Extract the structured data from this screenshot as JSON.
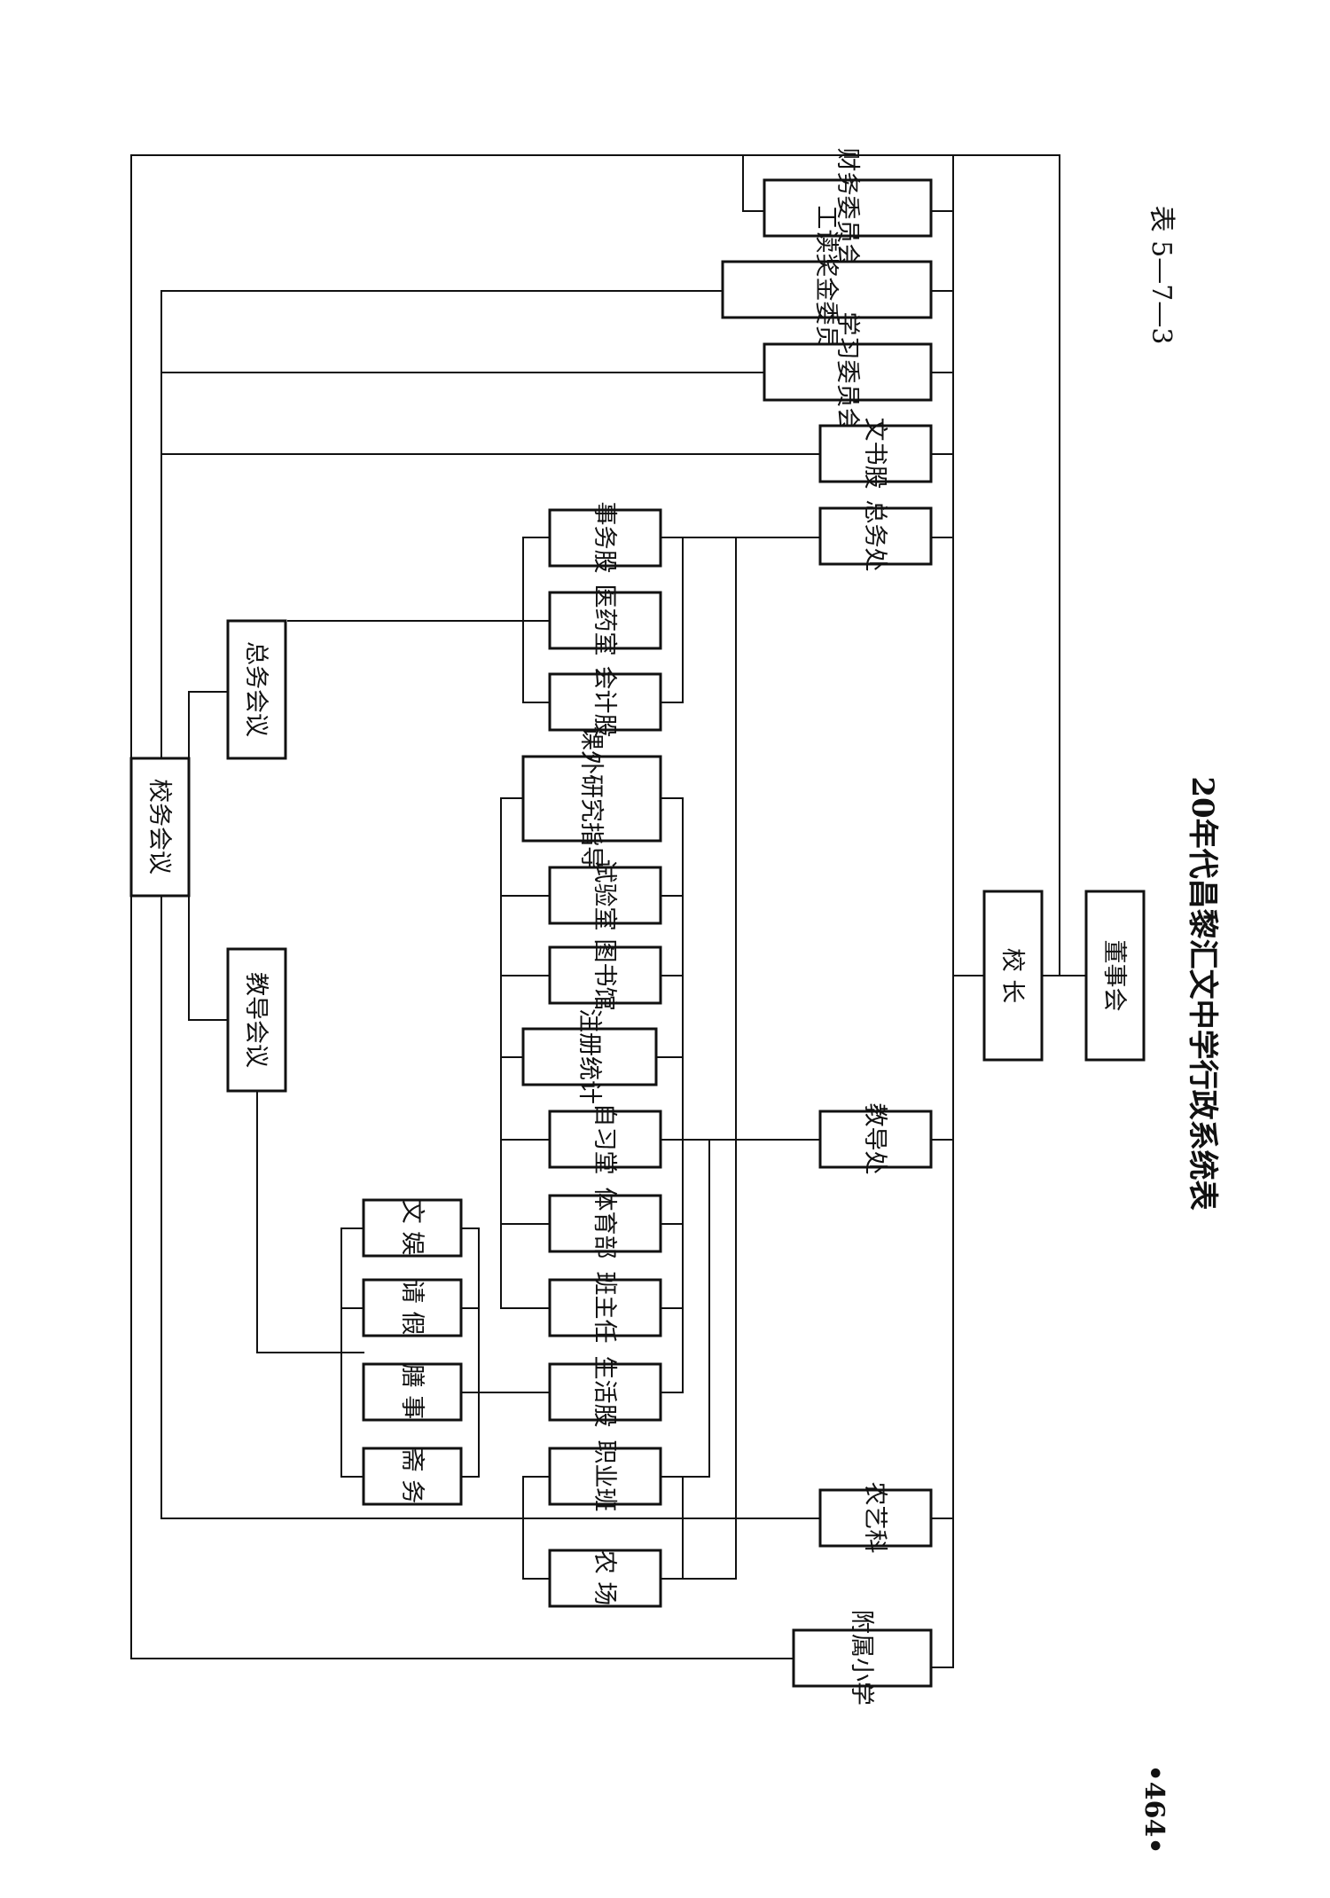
{
  "title": "20年代昌黎汇文中学行政系统表",
  "table_label": "表 5—7—3",
  "page_number": "•464•",
  "nodes": {
    "dongshihui": "董事会",
    "xiaozhang": "校 长",
    "caiwu_weiyuanhui": "财务委员会",
    "gongdu_jiangjin_weiyuanhui": "工读奖金委员会",
    "xuexi_weiyuanhui": "学习委员会",
    "wenshu_gu": "文书股",
    "zongwu_chu": "总务处",
    "jiaodao_chu": "教导处",
    "nongyi_ke": "农艺科",
    "fushu_xiaoxue": "附属小学",
    "shiwu_gu": "事务股",
    "yiyao_shi": "医药室",
    "kuaiji_gu": "会计股",
    "kewai_yanjiu_zhidao": "课外研究指导",
    "shiyan_shi": "试验室",
    "tushu_guan": "图书馆",
    "zhuce_tongji": "注册统计",
    "zixi_tang": "自习堂",
    "tiyu_bu": "体育部",
    "ban_zhuren": "班主任",
    "shenghuo_gu": "生活股",
    "zhiye_ban": "职业班",
    "nong_chang": "农 场",
    "wen_yu": "文 娱",
    "qing_jia": "请 假",
    "shan_shi": "膳 事",
    "zhai_wu": "斋 务",
    "zongwu_huiyi": "总务会议",
    "jiaodao_huiyi": "教导会议",
    "xiaowu_huiyi": "校务会议"
  }
}
